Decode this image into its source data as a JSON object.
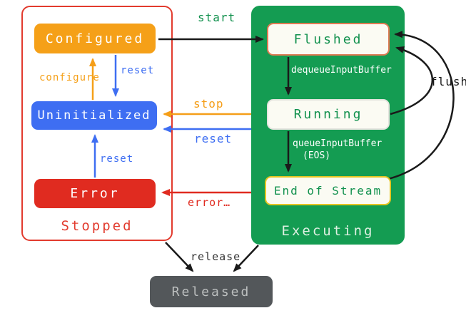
{
  "diagram": {
    "groups": {
      "stopped": {
        "label": "Stopped"
      },
      "executing": {
        "label": "Executing"
      }
    },
    "states": {
      "configured": "Configured",
      "uninitialized": "Uninitialized",
      "error": "Error",
      "flushed": "Flushed",
      "running": "Running",
      "end_of_stream": "End of Stream",
      "released": "Released"
    },
    "transitions": {
      "start": "start",
      "stop": "stop",
      "reset_from_executing": "reset",
      "error": "error…",
      "configure": "configure",
      "reset_from_configured": "reset",
      "reset_from_error": "reset",
      "dequeue_input_buffer": "dequeueInputBuffer",
      "queue_input_buffer": "queueInputBuffer",
      "queue_input_buffer_eos": "(EOS)",
      "flush": "flush",
      "release": "release"
    },
    "colors": {
      "orange": "#f5a018",
      "blue": "#3e6ef2",
      "red": "#e02b20",
      "green": "#149c52",
      "green_text": "#12914e",
      "yellow_border": "#e4c521",
      "flushed_border": "#dd7a52",
      "released_bg": "#53575a",
      "black": "#1a1a1a"
    }
  }
}
